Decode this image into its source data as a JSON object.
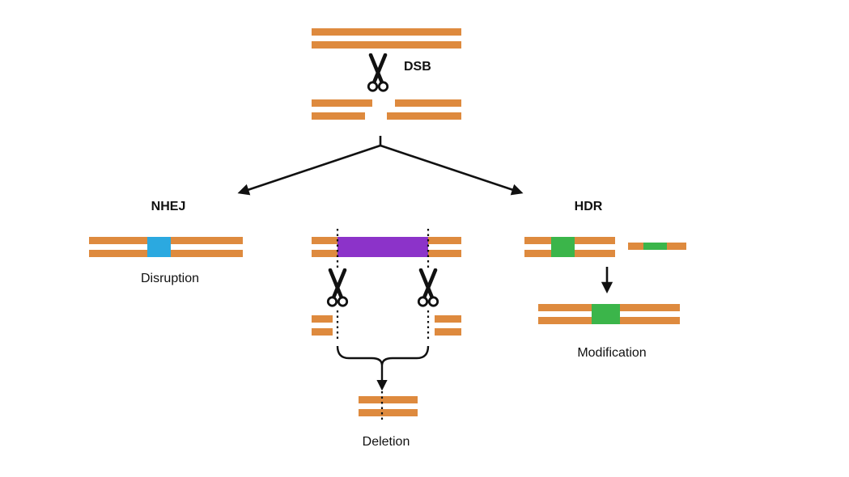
{
  "colors": {
    "dna": "#DE8A3E",
    "insert-blue": "#2BA9E0",
    "insert-purple": "#8C33C9",
    "insert-green": "#3BB54A",
    "line": "#111111"
  },
  "labels": {
    "dsb": "DSB",
    "nhej": "NHEJ",
    "hdr": "HDR",
    "disruption": "Disruption",
    "deletion": "Deletion",
    "modification": "Modification"
  },
  "icons": {
    "scissors": "scissors-icon"
  }
}
